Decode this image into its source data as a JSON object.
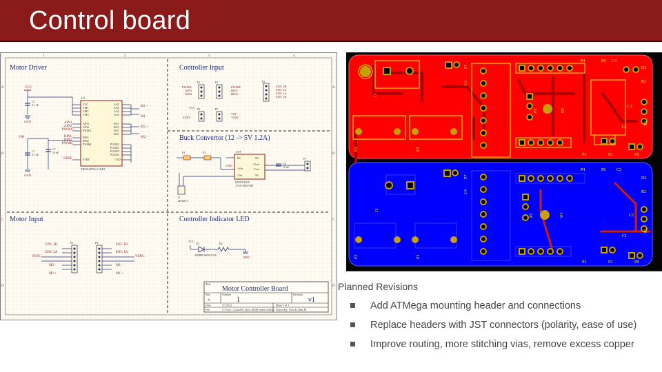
{
  "slide": {
    "title": "Control board"
  },
  "schematic": {
    "grid_cols": [
      "1",
      "2",
      "3",
      "4"
    ],
    "grid_rows": [
      "A",
      "B",
      "C",
      "D"
    ],
    "sections": {
      "motor_driver": "Motor Driver",
      "controller_input": "Controller Input",
      "buck_converter": "Buck Convertor (12 -> 5V 1.2A)",
      "motor_input": "Motor Input",
      "controller_indicator": "Controller Indicator LED"
    },
    "labels": {
      "vcc": "VCC",
      "vm": "VM",
      "gnd": "GND",
      "stby": "STBY",
      "venc": "VENC",
      "vm_ci": "VM",
      "m1_plus": "M1 +",
      "m1_minus": "M1 -",
      "m2_plus": "M2 +",
      "m2_minus": "M2 -",
      "pwma": "PWMA",
      "ain1": "AIN1",
      "ain2": "AIN2",
      "pwmb": "PWMB",
      "bin1": "BIN1",
      "bin2": "BIN2",
      "enc2b": "ENC 2B",
      "enc2a": "ENC 2A",
      "enc1b": "ENC 1B",
      "enc1a": "ENC 1A",
      "u1_part": "TB6612FNG,C,8,EL",
      "cnv_part": "MGN01205\n1738-1045-ND",
      "j1_part": "2B3D6-2",
      "led_part": "APHHS1005CGCK"
    },
    "title_block": {
      "title_label": "Title",
      "title": "Motor Controller Board",
      "size_label": "Size",
      "size": "A",
      "number_label": "Number",
      "number": "1",
      "revision_label": "Revision",
      "revision": "v1",
      "date_label": "Date",
      "date": "5/3/2022",
      "file_label": "File",
      "file": "C:\\Users\\...\\Controller_Buck_MGM_Sheet1.SchDoc",
      "sheet": "Sheet 1 of 1",
      "drawn_by": "Drawn By: Nick B. Matt M."
    }
  },
  "pcb": {
    "top_labels": [
      "J1",
      "F2",
      "F3",
      "P7",
      "C4",
      "P4",
      "P6",
      "C3",
      "D2",
      "R2",
      "P5",
      "U1",
      "C1",
      "C2",
      "P1",
      "P3",
      "P2",
      "P8"
    ],
    "bottom_labels": [
      "J1",
      "F2",
      "F3",
      "P7",
      "C4",
      "P4",
      "P6",
      "C3",
      "D2",
      "R2",
      "P5",
      "U1",
      "C1",
      "C2",
      "P1",
      "P3",
      "P2",
      "P8"
    ],
    "colors": {
      "top_copper": "#ff0000",
      "bottom_copper": "#0000ff",
      "board_bg": "#0a0a0a",
      "silkscreen": "#ffff00",
      "pad": "#c8a000"
    }
  },
  "revisions": {
    "heading": "Planned Revisions",
    "items": [
      "Add ATMega mounting header and connections",
      "Replace headers with JST connectors (polarity, ease of use)",
      "Improve routing, more stitching vias, remove excess copper"
    ]
  }
}
